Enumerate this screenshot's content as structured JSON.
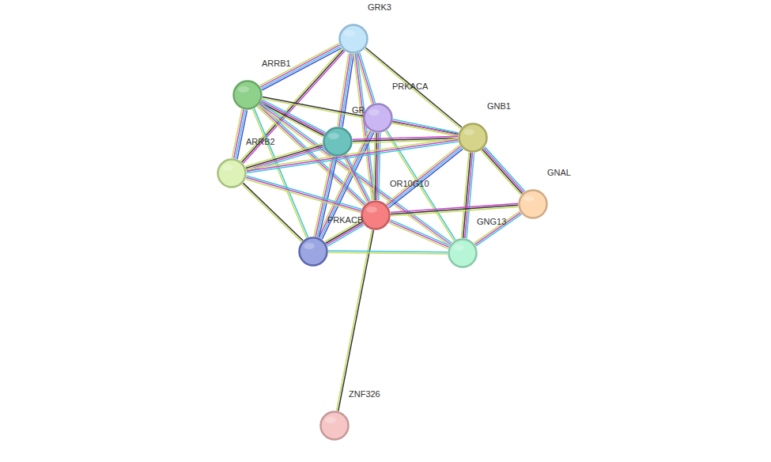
{
  "diagram": {
    "nodes": [
      {
        "text": [
          "GRK3"
        ]
      },
      {
        "text": [
          "ARRB1"
        ]
      },
      {
        "text": [
          "PRKACA"
        ]
      },
      {
        "text": [
          "GR"
        ]
      },
      {
        "text": [
          "GNB1"
        ]
      },
      {
        "text": [
          "ARRB2"
        ]
      },
      {
        "text": [
          "OR10G10"
        ]
      },
      {
        "text": [
          "GNAL"
        ]
      },
      {
        "text": [
          "PRKACB"
        ]
      },
      {
        "text": [
          "GNG13"
        ]
      },
      {
        "text": [
          "ZNF326"
        ]
      }
    ],
    "edges": [
      {
        "from": 0,
        "to": 1,
        "arrow": "none"
      },
      {
        "from": 0,
        "to": 2,
        "arrow": "none"
      },
      {
        "from": 0,
        "to": 3,
        "arrow": "none"
      },
      {
        "from": 0,
        "to": 4,
        "arrow": "none"
      },
      {
        "from": 0,
        "to": 5,
        "arrow": "none"
      },
      {
        "from": 0,
        "to": 6,
        "arrow": "none"
      },
      {
        "from": 1,
        "to": 3,
        "arrow": "none"
      },
      {
        "from": 1,
        "to": 4,
        "arrow": "none"
      },
      {
        "from": 1,
        "to": 5,
        "arrow": "none"
      },
      {
        "from": 1,
        "to": 6,
        "arrow": "none"
      },
      {
        "from": 1,
        "to": 8,
        "arrow": "none"
      },
      {
        "from": 1,
        "to": 9,
        "arrow": "none"
      },
      {
        "from": 2,
        "to": 4,
        "arrow": "none"
      },
      {
        "from": 2,
        "to": 6,
        "arrow": "none"
      },
      {
        "from": 2,
        "to": 8,
        "arrow": "none"
      },
      {
        "from": 2,
        "to": 9,
        "arrow": "none"
      },
      {
        "from": 3,
        "to": 4,
        "arrow": "none"
      },
      {
        "from": 3,
        "to": 5,
        "arrow": "none"
      },
      {
        "from": 3,
        "to": 6,
        "arrow": "none"
      },
      {
        "from": 3,
        "to": 8,
        "arrow": "none"
      },
      {
        "from": 4,
        "to": 5,
        "arrow": "none"
      },
      {
        "from": 4,
        "to": 6,
        "arrow": "none"
      },
      {
        "from": 4,
        "to": 7,
        "arrow": "none"
      },
      {
        "from": 4,
        "to": 9,
        "arrow": "none"
      },
      {
        "from": 5,
        "to": 6,
        "arrow": "none"
      },
      {
        "from": 5,
        "to": 8,
        "arrow": "none"
      },
      {
        "from": 6,
        "to": 7,
        "arrow": "none"
      },
      {
        "from": 6,
        "to": 8,
        "arrow": "none"
      },
      {
        "from": 6,
        "to": 9,
        "arrow": "none"
      },
      {
        "from": 6,
        "to": 10,
        "arrow": "none"
      },
      {
        "from": 7,
        "to": 9,
        "arrow": "none"
      },
      {
        "from": 8,
        "to": 9,
        "arrow": "none"
      }
    ]
  }
}
